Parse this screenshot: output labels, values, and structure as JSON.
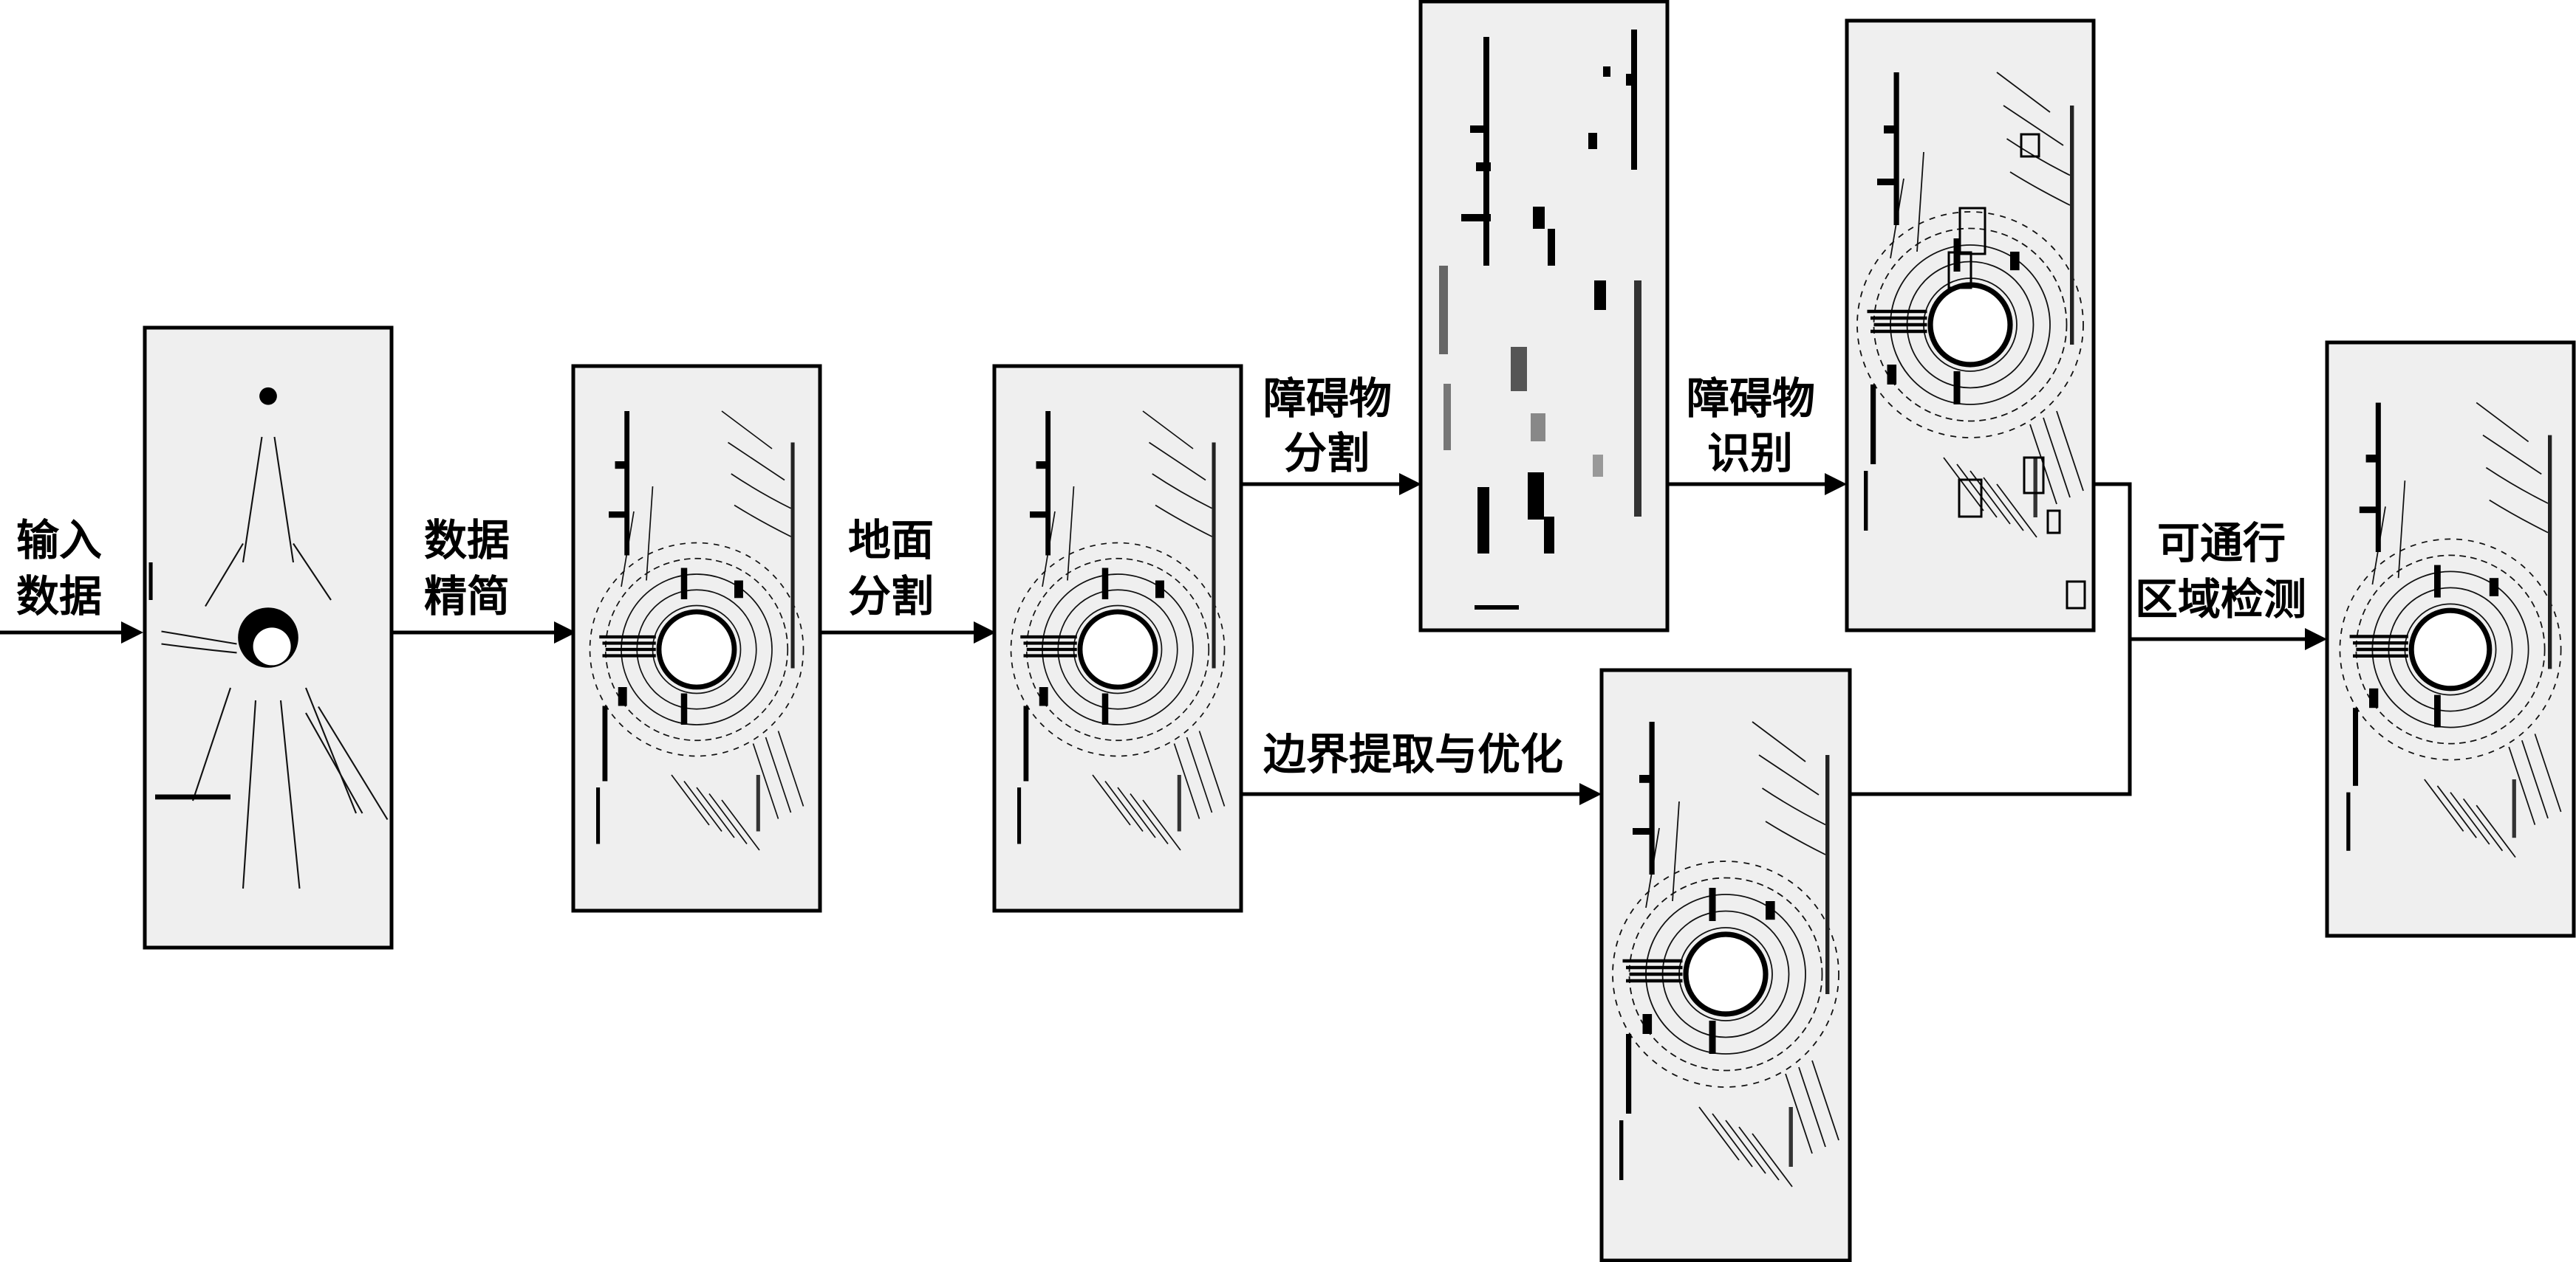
{
  "steps": {
    "input": [
      "输入",
      "数据"
    ],
    "reduce": [
      "数据",
      "精简"
    ],
    "ground": [
      "地面",
      "分割"
    ],
    "obstacle_seg": [
      "障碍物",
      "分割"
    ],
    "obstacle_rec": [
      "障碍物",
      "识别"
    ],
    "boundary": "边界提取与优化",
    "drivable": [
      "可通行",
      "区域检测"
    ]
  },
  "colors": {
    "line": "#000000",
    "panel_background": "#efefef"
  }
}
